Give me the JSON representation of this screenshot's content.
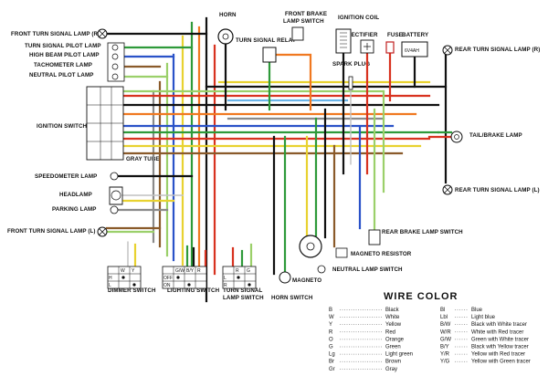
{
  "labels": {
    "front_turn_r": "FRONT TURN SIGNAL LAMP (R)",
    "turn_pilot": "TURN SIGNAL PILOT LAMP",
    "high_beam": "HIGH BEAM PILOT LAMP",
    "tacho": "TACHOMETER LAMP",
    "neutral": "NEUTRAL PILOT LAMP",
    "ignition_switch": "IGNITION SWITCH",
    "speedo": "SPEEDOMETER LAMP",
    "gray_tube": "GRAY TUBE",
    "headlamp": "HEADLAMP",
    "parking": "PARKING LAMP",
    "front_turn_l": "FRONT TURN SIGNAL LAMP (L)",
    "horn": "HORN",
    "turn_relay": "TURN SIGNAL RELAY",
    "front_brake_switch": "FRONT BRAKE\nLAMP SWITCH",
    "ignition_coil": "IGNITION COIL",
    "rectifier": "RECTIFIER",
    "fuse": "FUSE",
    "battery": "BATTERY",
    "battery_spec": "6V4AH",
    "spark_plug": "SPARK PLUG",
    "rear_turn_r": "REAR TURN SIGNAL LAMP (R)",
    "tail_brake": "TAIL/BRAKE LAMP",
    "rear_turn_l": "REAR TURN SIGNAL LAMP (L)",
    "rear_brake_switch": "REAR BRAKE LAMP SWITCH",
    "magneto_resistor": "MAGNETO RESISTOR",
    "neutral_switch": "NEUTRAL LAMP SWITCH",
    "magneto": "MAGNETO",
    "horn_switch": "HORN SWITCH",
    "dimmer_switch": "DIMMER SWITCH",
    "lighting_switch": "LIGHTING SWITCH",
    "turn_signal_switch": "TURN SIGNAL\nLAMP SWITCH"
  },
  "wire_color": {
    "title": "WIRE COLOR",
    "left": [
      {
        "code": "B",
        "name": "Black"
      },
      {
        "code": "W",
        "name": "White"
      },
      {
        "code": "Y",
        "name": "Yellow"
      },
      {
        "code": "R",
        "name": "Red"
      },
      {
        "code": "O",
        "name": "Orange"
      },
      {
        "code": "G",
        "name": "Green"
      },
      {
        "code": "Lg",
        "name": "Light green"
      },
      {
        "code": "Br",
        "name": "Brown"
      },
      {
        "code": "Gr",
        "name": "Gray"
      }
    ],
    "right": [
      {
        "code": "Bl",
        "name": "Blue"
      },
      {
        "code": "Lbl",
        "name": "Light blue"
      },
      {
        "code": "B/W",
        "name": "Black with White tracer"
      },
      {
        "code": "W/R",
        "name": "White with Red tracer"
      },
      {
        "code": "G/W",
        "name": "Green with White tracer"
      },
      {
        "code": "B/Y",
        "name": "Black with Yellow tracer"
      },
      {
        "code": "Y/R",
        "name": "Yellow with Red tracer"
      },
      {
        "code": "Y/G",
        "name": "Yellow with Green tracer"
      }
    ]
  },
  "switch_tables": {
    "dimmer": {
      "cols": [
        "W",
        "Y"
      ],
      "rows": [
        "H",
        "L"
      ]
    },
    "lighting": {
      "cols": [
        "G/W",
        "B/Y",
        "R"
      ],
      "rows": [
        "OFF",
        "ON"
      ]
    },
    "turn": {
      "cols": [
        "R",
        "G"
      ],
      "rows": [
        "L",
        "R"
      ]
    }
  },
  "colors": {
    "black": "#111111",
    "white": "#dddddd",
    "yellow": "#e8d230",
    "red": "#d8321f",
    "orange": "#f07820",
    "green": "#2e9a3a",
    "light_green": "#9bd06a",
    "brown": "#8a5a2a",
    "gray": "#8a8a8a",
    "blue": "#2a52c8",
    "light_blue": "#6ab4e8"
  }
}
